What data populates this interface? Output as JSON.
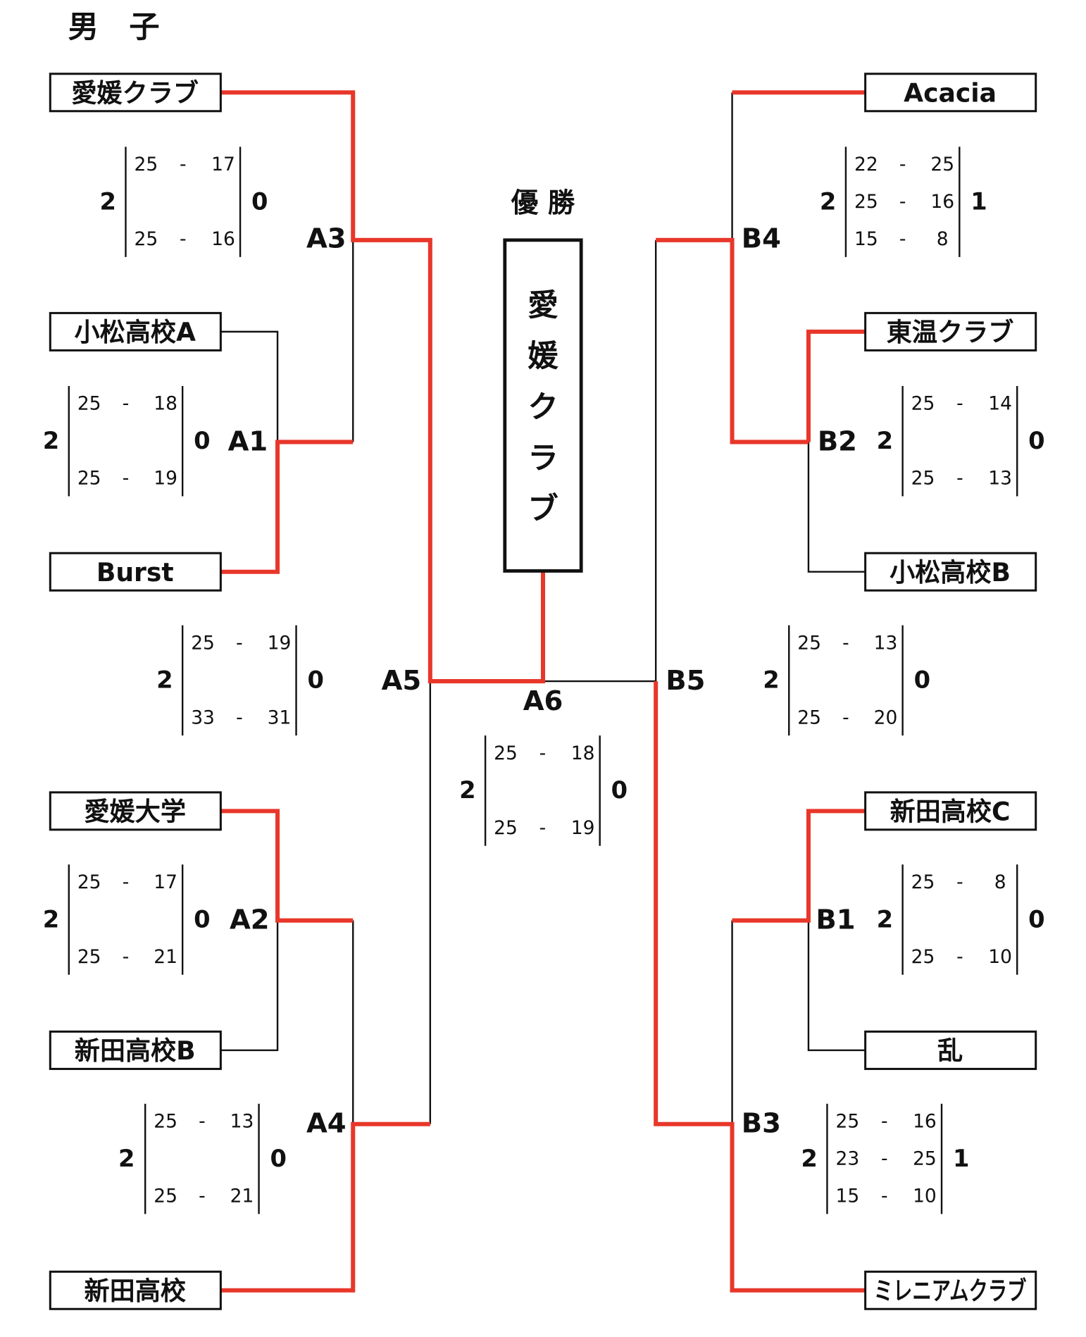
{
  "title": "男　子",
  "champion_heading": "優 勝",
  "champion": [
    "愛",
    "媛",
    "ク",
    "ラ",
    "ブ"
  ],
  "colors": {
    "winner_line": "#e8372a",
    "line": "#111111"
  },
  "teams": {
    "L1": "愛媛クラブ",
    "L2": "小松高校A",
    "L3": "Burst",
    "L4": "愛媛大学",
    "L5": "新田高校B",
    "L6": "新田高校",
    "R1": "Acacia",
    "R2": "東温クラブ",
    "R3": "小松高校B",
    "R4": "新田高校C",
    "R5": "乱",
    "R6": "ミレニアムクラブ"
  },
  "matches": {
    "A1": {
      "label": "A1",
      "won": "2",
      "lost": "0",
      "sets": [
        [
          "25",
          "-",
          "18"
        ],
        [
          "25",
          "-",
          "19"
        ]
      ]
    },
    "A2": {
      "label": "A2",
      "won": "2",
      "lost": "0",
      "sets": [
        [
          "25",
          "-",
          "17"
        ],
        [
          "25",
          "-",
          "21"
        ]
      ]
    },
    "A3": {
      "label": "A3",
      "won": "2",
      "lost": "0",
      "sets": [
        [
          "25",
          "-",
          "17"
        ],
        [
          "25",
          "-",
          "16"
        ]
      ]
    },
    "A4": {
      "label": "A4",
      "won": "2",
      "lost": "0",
      "sets": [
        [
          "25",
          "-",
          "13"
        ],
        [
          "25",
          "-",
          "21"
        ]
      ]
    },
    "A5": {
      "label": "A5",
      "won": "2",
      "lost": "0",
      "sets": [
        [
          "25",
          "-",
          "19"
        ],
        [
          "33",
          "-",
          "31"
        ]
      ]
    },
    "A6": {
      "label": "A6",
      "won": "2",
      "lost": "0",
      "sets": [
        [
          "25",
          "-",
          "18"
        ],
        [
          "25",
          "-",
          "19"
        ]
      ]
    },
    "B1": {
      "label": "B1",
      "won": "2",
      "lost": "0",
      "sets": [
        [
          "25",
          "-",
          "8"
        ],
        [
          "25",
          "-",
          "10"
        ]
      ]
    },
    "B2": {
      "label": "B2",
      "won": "2",
      "lost": "0",
      "sets": [
        [
          "25",
          "-",
          "14"
        ],
        [
          "25",
          "-",
          "13"
        ]
      ]
    },
    "B3": {
      "label": "B3",
      "won": "2",
      "lost": "1",
      "sets": [
        [
          "25",
          "-",
          "16"
        ],
        [
          "23",
          "-",
          "25"
        ],
        [
          "15",
          "-",
          "10"
        ]
      ]
    },
    "B4": {
      "label": "B4",
      "won": "2",
      "lost": "1",
      "sets": [
        [
          "22",
          "-",
          "25"
        ],
        [
          "25",
          "-",
          "16"
        ],
        [
          "15",
          "-",
          "8"
        ]
      ]
    },
    "B5": {
      "label": "B5",
      "won": "2",
      "lost": "0",
      "sets": [
        [
          "25",
          "-",
          "13"
        ],
        [
          "25",
          "-",
          "20"
        ]
      ]
    }
  }
}
